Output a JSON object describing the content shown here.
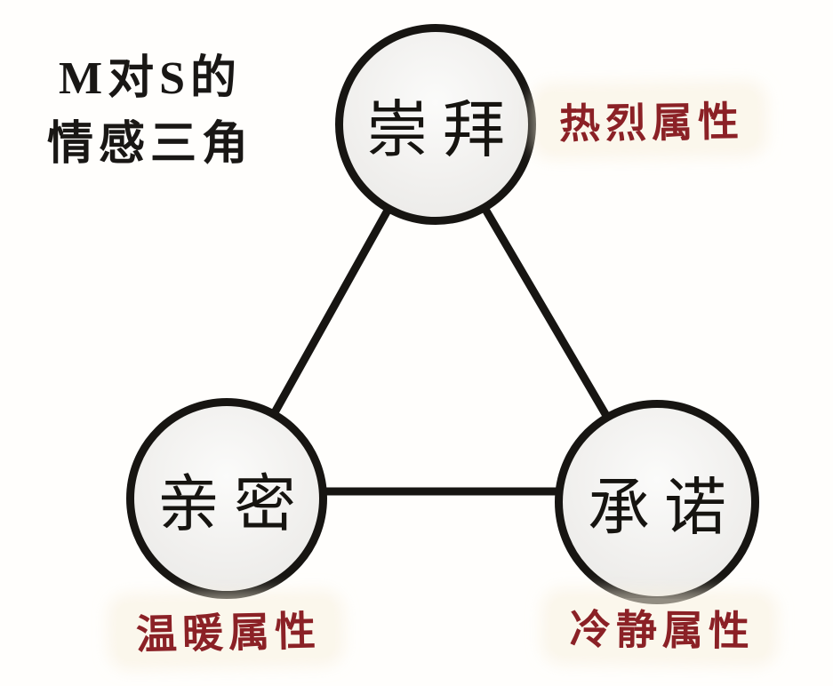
{
  "title": {
    "line1": "M对S的",
    "line2": "情感三角"
  },
  "nodes": [
    {
      "id": "admiration",
      "label": "崇拜",
      "attribute": "热烈属性"
    },
    {
      "id": "intimacy",
      "label": "亲密",
      "attribute": "温暖属性"
    },
    {
      "id": "commitment",
      "label": "承诺",
      "attribute": "冷静属性"
    }
  ],
  "edges": [
    {
      "from": "崇拜",
      "to": "亲密"
    },
    {
      "from": "崇拜",
      "to": "承诺"
    },
    {
      "from": "亲密",
      "to": "承诺"
    }
  ],
  "colors": {
    "background": "#fffefc",
    "edge": "#171512",
    "node_border": "#171512",
    "node_fill": "#f1f0ee",
    "title_text": "#191715",
    "attribute_text": "#8b2126"
  }
}
